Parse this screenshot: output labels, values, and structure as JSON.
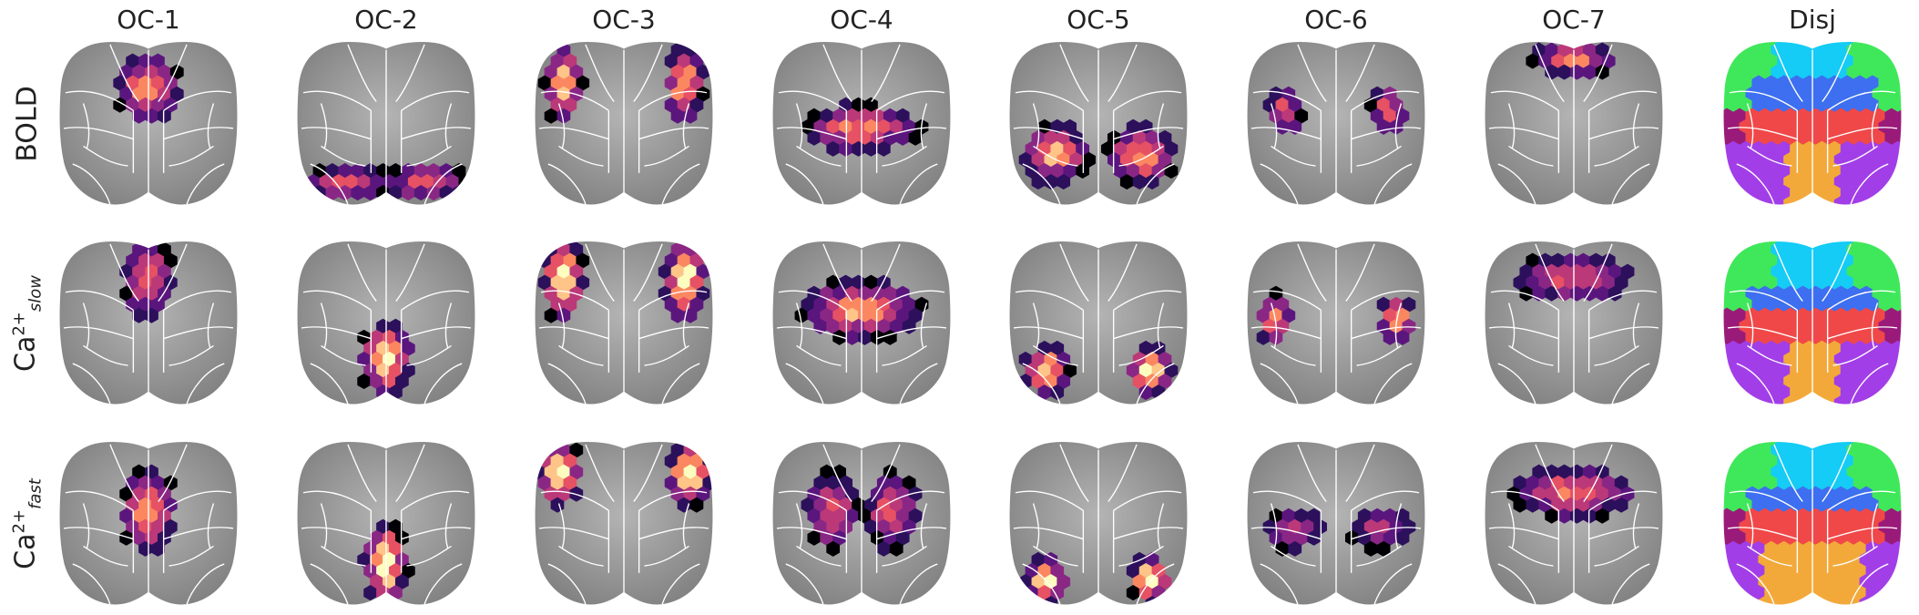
{
  "columns": [
    "OC-1",
    "OC-2",
    "OC-3",
    "OC-4",
    "OC-5",
    "OC-6",
    "OC-7",
    "Disj"
  ],
  "rows": [
    {
      "label": "BOLD",
      "base": "",
      "sup": "",
      "sub": ""
    },
    {
      "label": "Ca2+slow",
      "base": "Ca",
      "sup": "2+",
      "sub": "slow"
    },
    {
      "label": "Ca2+fast",
      "base": "Ca",
      "sup": "2+",
      "sub": "fast"
    }
  ],
  "colormap": [
    "#000004",
    "#2c105c",
    "#5b167e",
    "#8a2785",
    "#bb3978",
    "#e65164",
    "#fb8761",
    "#fec488",
    "#fcfdbf"
  ],
  "disjoint_colors": [
    "#3fe85a",
    "#14ccf5",
    "#3d6ff0",
    "#f04848",
    "#9a1a7a",
    "#a23ee8",
    "#f3a93a",
    "#777777"
  ]
}
